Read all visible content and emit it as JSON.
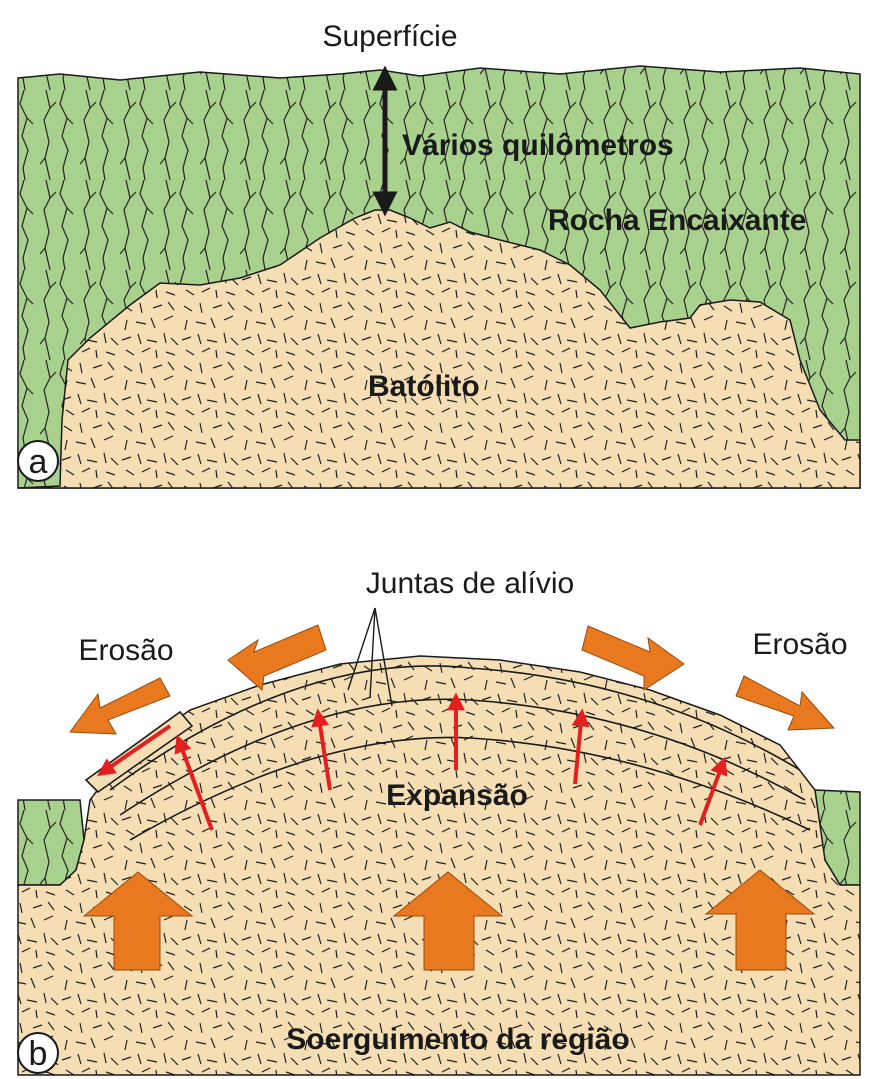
{
  "panel_a": {
    "letter": "a",
    "surface_label": "Superfície",
    "depth_label": "Vários quilômetros",
    "host_rock_label": "Rocha Encaixante",
    "batholith_label": "Batólito"
  },
  "panel_b": {
    "letter": "b",
    "joints_label": "Juntas de alívio",
    "erosion_left_label": "Erosão",
    "erosion_right_label": "Erosão",
    "expansion_label": "Expansão",
    "uplift_label": "Soerguimento da região"
  },
  "colors": {
    "host_rock": "#a9d18e",
    "batholith": "#f5deb3",
    "outline": "#1a1a1a",
    "big_arrow": "#e8791e",
    "small_arrow": "#e31f1f"
  }
}
